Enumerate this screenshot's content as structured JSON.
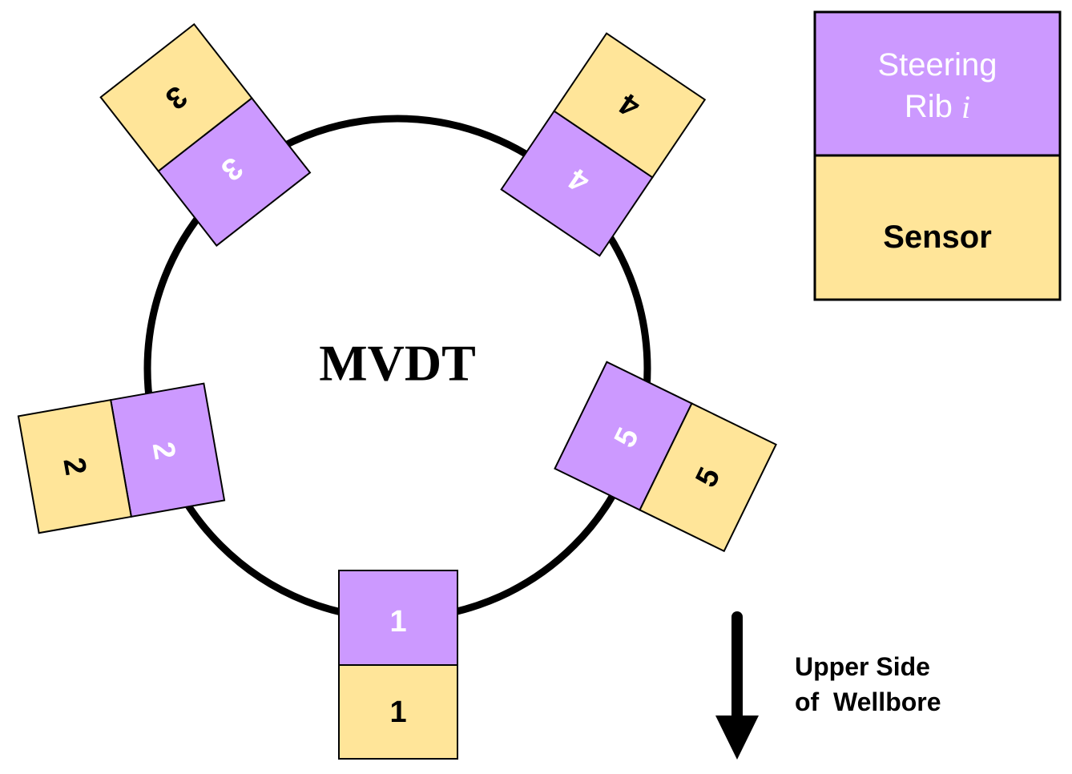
{
  "colors": {
    "rib": "#cc99ff",
    "sensor": "#ffe599",
    "outline": "#000000",
    "rib_text": "#ffffff",
    "sensor_text": "#000000"
  },
  "center_label": "MVDT",
  "ribs": [
    {
      "rib_label": "1",
      "sensor_label": "1"
    },
    {
      "rib_label": "2",
      "sensor_label": "2"
    },
    {
      "rib_label": "3",
      "sensor_label": "3"
    },
    {
      "rib_label": "4",
      "sensor_label": "4"
    },
    {
      "rib_label": "5",
      "sensor_label": "5"
    }
  ],
  "legend": {
    "rib_line1": "Steering",
    "rib_line2": "Rib ",
    "rib_italic": "i",
    "sensor": "Sensor"
  },
  "arrow": {
    "icon": "arrow-down-icon",
    "line1": "Upper Side",
    "line2": "of  Wellbore"
  }
}
